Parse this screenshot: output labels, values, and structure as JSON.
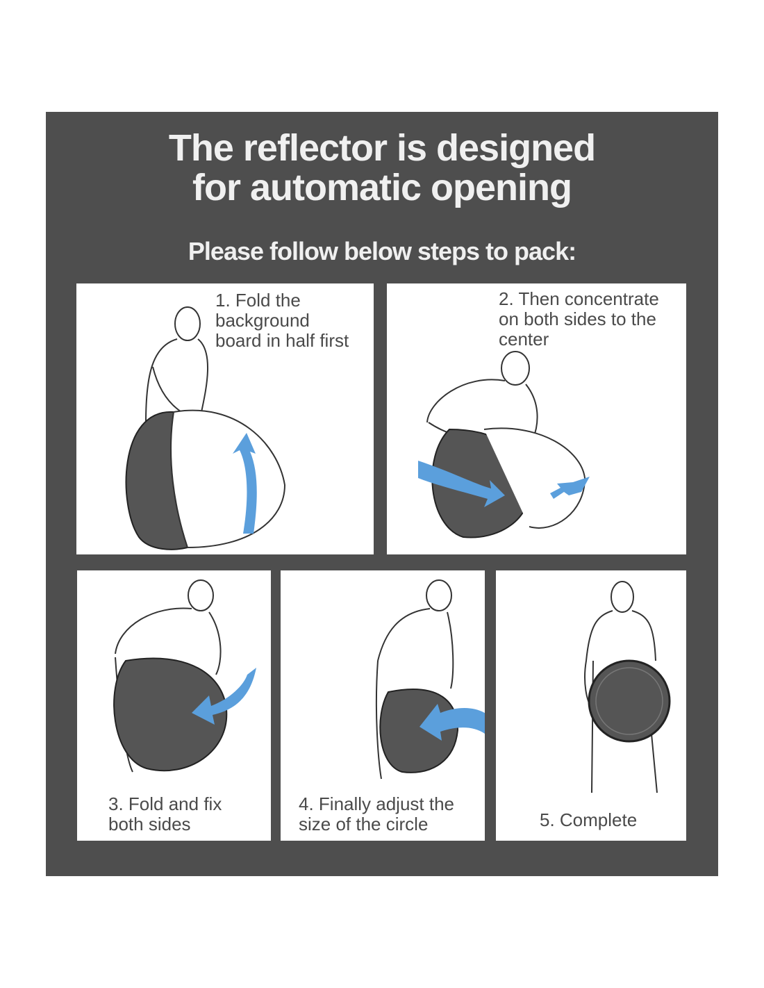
{
  "header": {
    "title_line1": "The reflector is designed",
    "title_line2": "for automatic opening",
    "subtitle": "Please follow below steps to pack:"
  },
  "steps": [
    {
      "label": "1. Fold the\nbackground\nboard in half first"
    },
    {
      "label": "2. Then concentrate\non both sides to the\ncenter"
    },
    {
      "label": "3. Fold and fix\nboth sides"
    },
    {
      "label": "4. Finally adjust the\nsize of the circle"
    },
    {
      "label": "5. Complete"
    }
  ],
  "colors": {
    "background": "#4e4e4e",
    "panel": "#ffffff",
    "arrow": "#5b9fdc",
    "reflector": "#555555"
  }
}
